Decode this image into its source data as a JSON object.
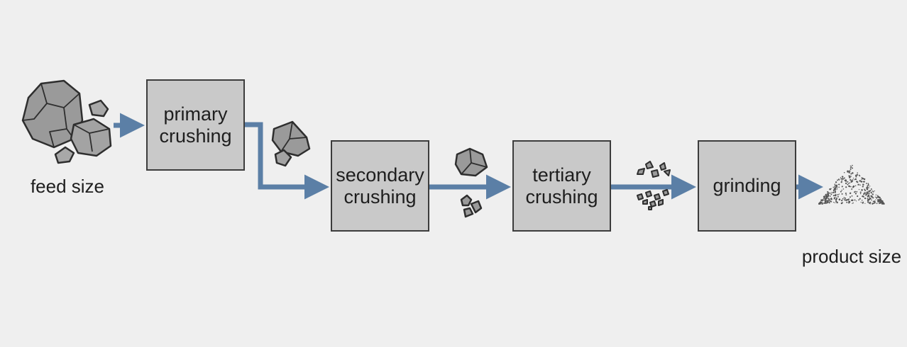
{
  "diagram": {
    "feed_label": "feed size",
    "product_label": "product size",
    "stages": [
      {
        "id": "primary",
        "label": "primary\ncrushing"
      },
      {
        "id": "secondary",
        "label": "secondary\ncrushing"
      },
      {
        "id": "tertiary",
        "label": "tertiary\ncrushing"
      },
      {
        "id": "grinding",
        "label": "grinding"
      }
    ],
    "icons": [
      "large-rocks-icon",
      "medium-rock-icon",
      "small-rocks-icon",
      "gravel-icon",
      "fine-powder-icon"
    ],
    "colors": {
      "background": "#efefef",
      "box_fill": "#c9c9c9",
      "box_border": "#3c3c3c",
      "arrow": "#5b7fa6",
      "rock_fill": "#9a9a9a",
      "rock_outline": "#2e2e2e"
    }
  }
}
